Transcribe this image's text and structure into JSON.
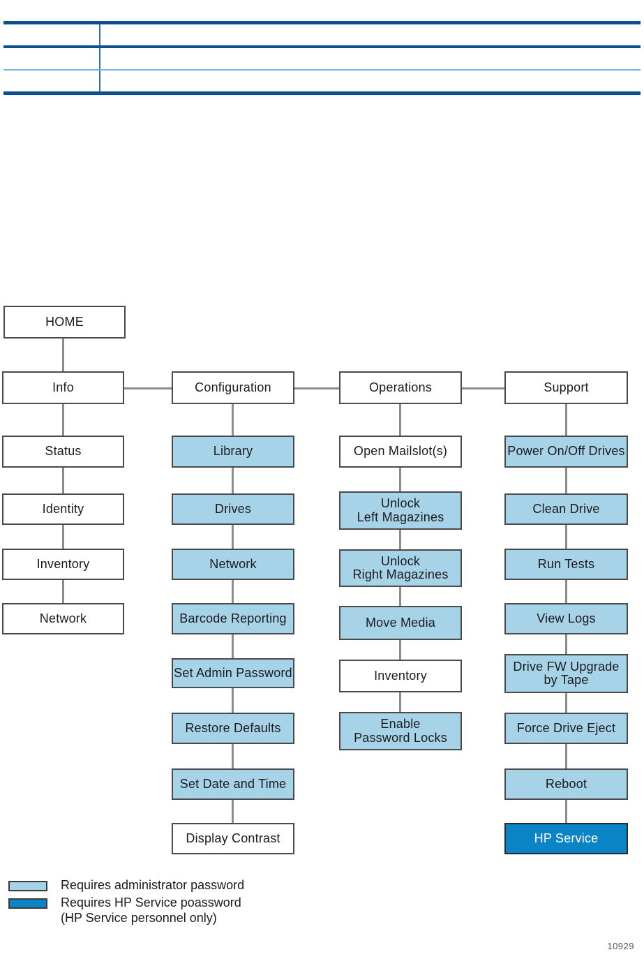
{
  "document": {
    "figure_number": "10929"
  },
  "table": {
    "rows": [
      {
        "cells": [
          "",
          ""
        ]
      },
      {
        "cells": [
          "",
          ""
        ]
      },
      {
        "cells": [
          "",
          ""
        ]
      }
    ]
  },
  "diagram": {
    "type": "menu-tree",
    "root": {
      "label": "HOME",
      "access": "none"
    },
    "columns": [
      {
        "id": "info",
        "header": {
          "label": "Info",
          "access": "none"
        },
        "items": [
          {
            "label": "Status",
            "access": "none"
          },
          {
            "label": "Identity",
            "access": "none"
          },
          {
            "label": "Inventory",
            "access": "none"
          },
          {
            "label": "Network",
            "access": "none"
          }
        ]
      },
      {
        "id": "configuration",
        "header": {
          "label": "Configuration",
          "access": "none"
        },
        "items": [
          {
            "label": "Library",
            "access": "admin"
          },
          {
            "label": "Drives",
            "access": "admin"
          },
          {
            "label": "Network",
            "access": "admin"
          },
          {
            "label": "Barcode Reporting",
            "access": "admin"
          },
          {
            "label": "Set Admin Password",
            "access": "admin"
          },
          {
            "label": "Restore Defaults",
            "access": "admin"
          },
          {
            "label": "Set Date and Time",
            "access": "admin"
          },
          {
            "label": "Display Contrast",
            "access": "none"
          }
        ]
      },
      {
        "id": "operations",
        "header": {
          "label": "Operations",
          "access": "none"
        },
        "items": [
          {
            "label": "Open Mailslot(s)",
            "access": "none"
          },
          {
            "label": "Unlock",
            "label2": "Left Magazines",
            "access": "admin"
          },
          {
            "label": "Unlock",
            "label2": "Right Magazines",
            "access": "admin"
          },
          {
            "label": "Move Media",
            "access": "admin"
          },
          {
            "label": "Inventory",
            "access": "none"
          },
          {
            "label": "Enable",
            "label2": "Password Locks",
            "access": "admin"
          }
        ]
      },
      {
        "id": "support",
        "header": {
          "label": "Support",
          "access": "none"
        },
        "items": [
          {
            "label": "Power On/Off Drives",
            "access": "admin"
          },
          {
            "label": "Clean Drive",
            "access": "admin"
          },
          {
            "label": "Run Tests",
            "access": "admin"
          },
          {
            "label": "View Logs",
            "access": "admin"
          },
          {
            "label": "Drive FW Upgrade",
            "label2": "by Tape",
            "access": "admin"
          },
          {
            "label": "Force Drive Eject",
            "access": "admin"
          },
          {
            "label": "Reboot",
            "access": "admin"
          },
          {
            "label": "HP Service",
            "access": "service"
          }
        ]
      }
    ]
  },
  "legend": {
    "items": [
      {
        "swatch": "admin",
        "text": "Requires administrator password",
        "sub": ""
      },
      {
        "swatch": "service",
        "text": "Requires HP Service poassword",
        "sub": "(HP Service personnel only)"
      }
    ]
  },
  "colors": {
    "admin_fill": "#a7d3e9",
    "service_fill": "#0b84c6",
    "box_border": "#4a4a4a",
    "connector": "#8c8c8c",
    "table_rule_dark": "#0a5090",
    "table_rule_light": "#7ab0d8"
  }
}
